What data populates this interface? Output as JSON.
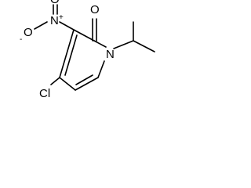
{
  "molecule": {
    "atoms": {
      "carbonyl_oxygen": "O",
      "nitro_nitrogen": "N",
      "nitro_oxygen_right": "O",
      "nitro_oxygen_left": "O",
      "ring_nitrogen": "N",
      "chlorine": "Cl"
    },
    "charges": {
      "nitro_nitrogen": "+",
      "nitro_oxygen_left": "-"
    }
  }
}
